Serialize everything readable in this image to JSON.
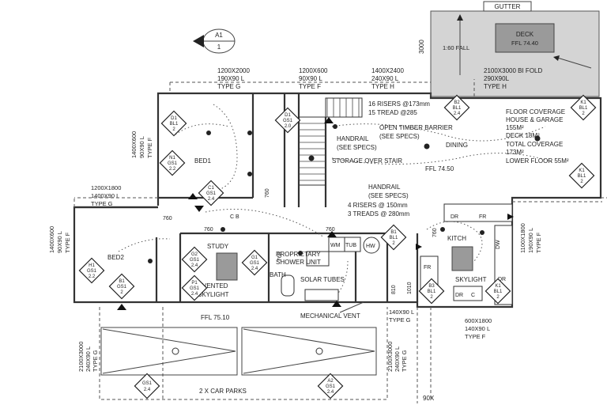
{
  "labels": {
    "gutter": "GUTTER",
    "deck_box": "DECK",
    "deck_ffl": "FFL 74.40",
    "fall": "1:60 FALL",
    "dim_3000": "3000",
    "section_id": "A1",
    "section_no": "1",
    "w1_size": "1200X2000",
    "w1_lintel": "190X90 L",
    "w1_type": "TYPE G",
    "w2_size": "1200X600",
    "w2_lintel": "90X90 L",
    "w2_type": "TYPE F",
    "w3_size": "1400X2400",
    "w3_lintel": "240X90 L",
    "w3_type": "TYPE H",
    "w4_size": "2100X3000 BI FOLD",
    "w4_lintel": "290X90L",
    "w4_type": "TYPE H",
    "w5_size": "1400X600",
    "w5_lintel": "90X90 L",
    "w5_type": "TYPE F",
    "w6_size": "1200X1800",
    "w6_lintel": "1400X90 L",
    "w6_type": "TYPE G",
    "w7_size": "1400X600",
    "w7_lintel": "90X90 L",
    "w7_type": "TYPE F",
    "w8_size": "1100X1800",
    "w8_lintel": "190X90 L",
    "w8_type": "TYPE F",
    "w9_size": "600X1800",
    "w9_lintel": "140X90 L",
    "w9_type": "TYPE F",
    "w10_lintel": "140X90 L",
    "w10_type": "TYPE G",
    "g1_size": "2100X3000",
    "g1_lintel": "240X90 L",
    "g1_type": "TYPE G",
    "g2_size": "2100X3000",
    "g2_lintel": "240X90 L",
    "g2_type": "TYPE G",
    "risers_16": "16 RISERS @173mm",
    "tread_15": "15 TREAD @285",
    "open_barrier": "OPEN TIMBER BARRIER",
    "see_specs": "(SEE SPECS)",
    "handrail": "HANDRAIL",
    "storage": "STORAGE OVER STAIR",
    "dining": "DINING",
    "ffl_7450": "FFL 74.50",
    "risers_4": "4 RISERS @ 150mm",
    "treads_3": "3 TREADS @ 280mm",
    "floor_cov": "FLOOR COVERAGE",
    "house_garage": "HOUSE & GARAGE",
    "area_155": "155M²",
    "deck_area": "DECK 18M²",
    "total_cov": "TOTAL COVERAGE",
    "area_173": "173M²",
    "lower_floor": "LOWER FLOOR 55M²",
    "bed1": "BED1",
    "bed2": "BED2",
    "study": "STUDY",
    "vented": "VENTED",
    "skylight": "SKYLIGHT",
    "bath": "BATH",
    "proprietary": "PROPRIETARY",
    "shower_unit": "SHOWER UNIT",
    "solar_tubes": "SOLAR TUBES",
    "kitch": "KITCH",
    "dr": "DR",
    "fr": "FR",
    "c": "C",
    "dw": "DW",
    "wm": "WM",
    "tub": "TUB",
    "hw": "HW",
    "cb": "C B",
    "d760_1": "760",
    "d760_2": "760",
    "d760_3": "760",
    "d760_4": "760",
    "d760_5": "760",
    "d760_6": "760",
    "d810": "810",
    "d1010": "1010",
    "ffl_7510": "FFL 75.10",
    "mech_vent": "MECHANICAL VENT",
    "car_parks": "2 X CAR PARKS",
    "dim_90x": "90X"
  },
  "tags": {
    "d1_bl1": {
      "code": "D1",
      "sub": "BL1",
      "n": "2"
    },
    "d1_gs1": {
      "code": "D1",
      "sub": "GS1",
      "n": "2.0"
    },
    "n1": {
      "code": "N1",
      "sub": "GS1",
      "n": "2.2"
    },
    "c1": {
      "code": "C1",
      "sub": "GS1",
      "n": "2.4"
    },
    "h1": {
      "code": "H1",
      "sub": "GS1",
      "n": "2.2"
    },
    "b1": {
      "code": "B1",
      "sub": "GS1",
      "n": "2"
    },
    "g2": {
      "code": "G2",
      "sub": "GS1",
      "n": "2.4"
    },
    "p1": {
      "code": "P1",
      "sub": "GS1",
      "n": "2.4"
    },
    "g1": {
      "code": "G1",
      "sub": "GS1",
      "n": "2.4"
    },
    "b2_top": {
      "code": "B2",
      "sub": "BL1",
      "n": "2.4"
    },
    "k1_top": {
      "code": "K1",
      "sub": "BL1",
      "n": "2"
    },
    "k1_right": {
      "code": "K1",
      "sub": "BL1",
      "n": "2"
    },
    "b1_kit": {
      "code": "B1",
      "sub": "BL1",
      "n": "2"
    },
    "b3": {
      "code": "B3",
      "sub": "BL1",
      "n": "2"
    },
    "k1_kit": {
      "code": "K1",
      "sub": "BL1",
      "n": "2"
    },
    "gs1_car": {
      "code": "",
      "sub": "GS1",
      "n": "2.4"
    },
    "a2": {
      "code": "A2",
      "sub": "GS1",
      "n": "2.4"
    }
  }
}
